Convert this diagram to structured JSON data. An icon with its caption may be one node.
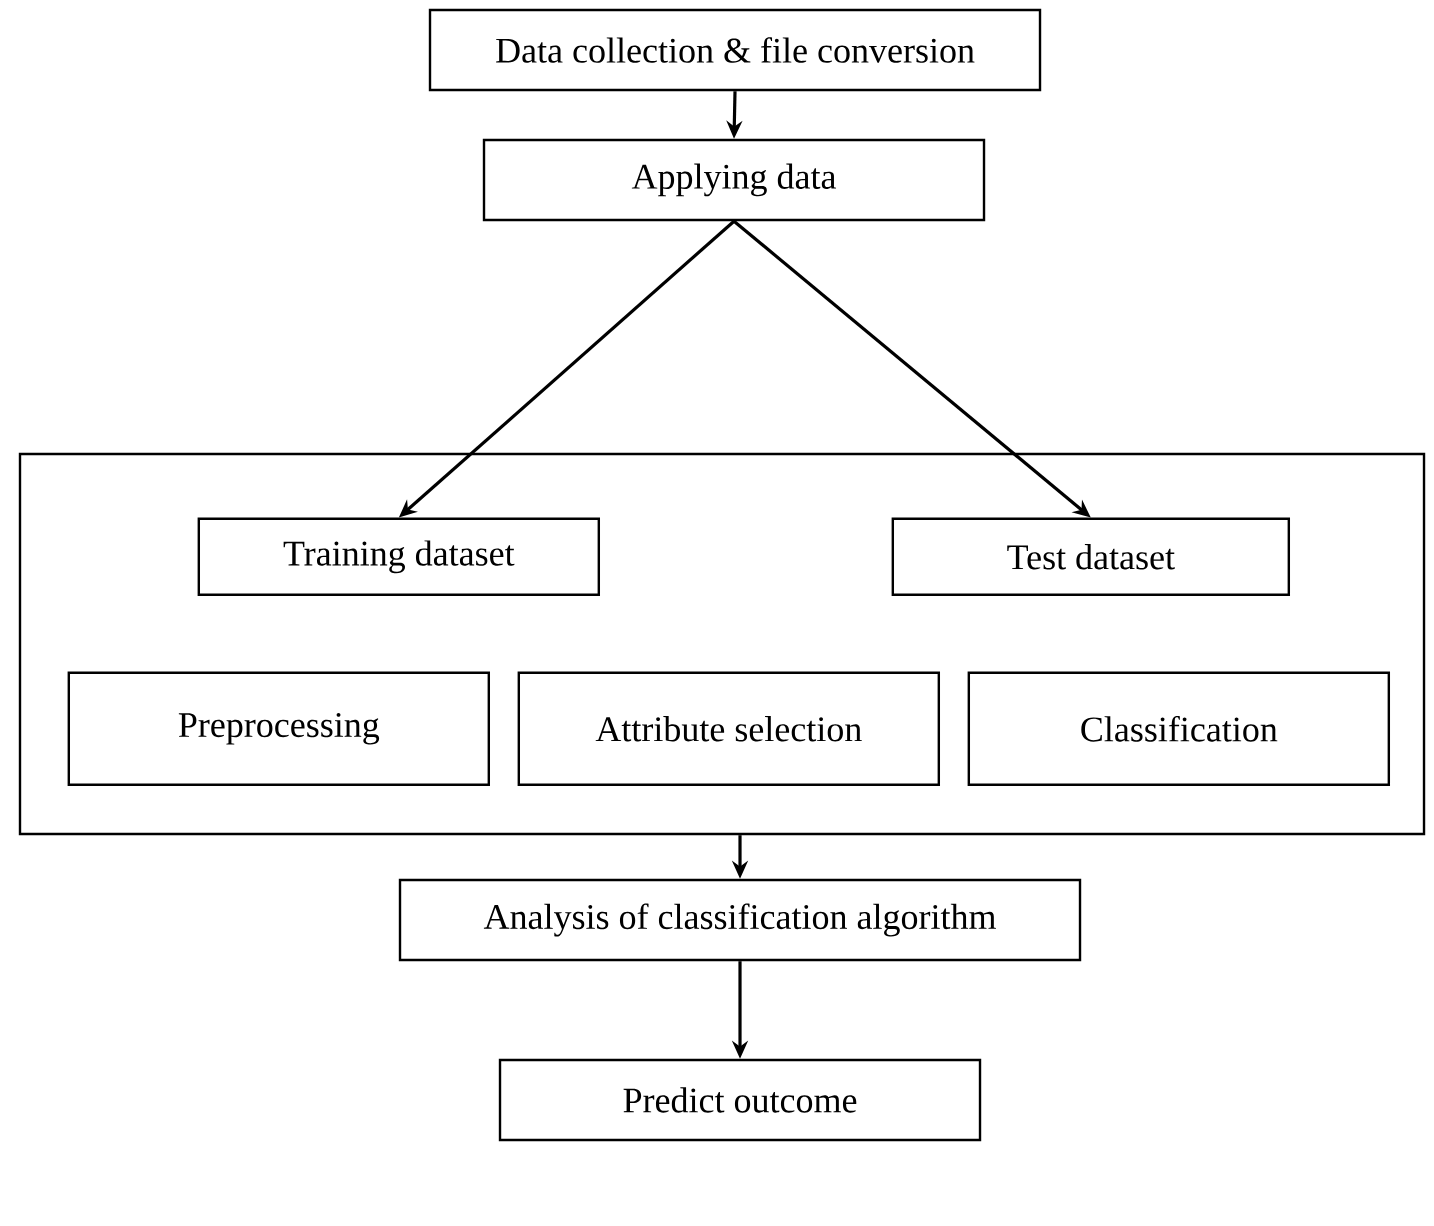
{
  "diagram": {
    "nodes": [
      {
        "text": [
          "Data collection & file conversion"
        ]
      },
      {
        "text": [
          "Applying data"
        ]
      },
      {
        "text": [],
        "shape": "box"
      },
      {
        "text": [
          "Training dataset"
        ],
        "in": 2
      },
      {
        "text": [
          "Test dataset"
        ],
        "in": 2
      },
      {
        "text": [
          "Preprocessing"
        ],
        "in": 2
      },
      {
        "text": [
          "Attribute selection"
        ],
        "in": 2
      },
      {
        "text": [
          "Classification"
        ],
        "in": 2
      },
      {
        "text": [
          "Analysis of classification algorithm"
        ]
      },
      {
        "text": [
          "Predict outcome"
        ]
      }
    ],
    "edges": [
      {
        "from": 0,
        "to": 1,
        "arrow": "to"
      },
      {
        "from": 1,
        "to": 3,
        "arrow": "to"
      },
      {
        "from": 1,
        "to": 4,
        "arrow": "to"
      },
      {
        "from": 2,
        "to": 8,
        "arrow": "to"
      },
      {
        "from": 8,
        "to": 9,
        "arrow": "to"
      }
    ]
  }
}
